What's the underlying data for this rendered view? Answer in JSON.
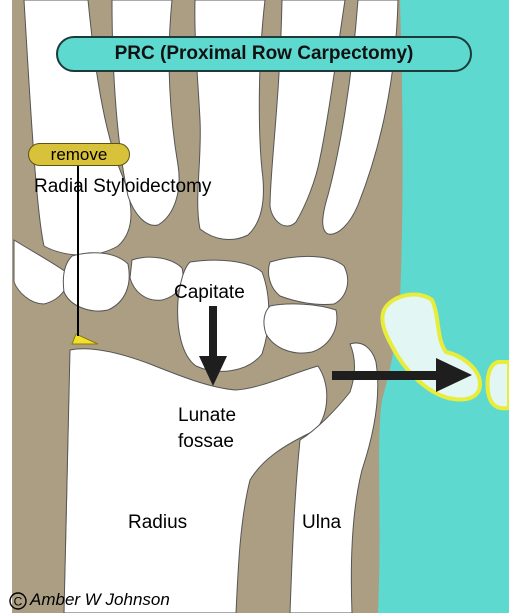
{
  "title": "PRC (Proximal Row Carpectomy)",
  "tag": "remove",
  "labels": {
    "styloidectomy": "Radial Styloidectomy",
    "capitate": "Capitate",
    "lunate_fossae_line1": "Lunate",
    "lunate_fossae_line2": "fossae",
    "radius": "Radius",
    "ulna": "Ulna"
  },
  "copyright": "Amber W Johnson",
  "colors": {
    "background": "#5dd9d0",
    "soft_tissue": "#ac9e82",
    "bone": "#ffffff",
    "removed_bone_fill": "#e2f6f4",
    "removed_bone_outline": "#e8ec3a",
    "styloid_highlight": "#f2e02a",
    "arrow": "#1e1e1e"
  },
  "icons": {
    "down_arrow": "arrow-down-icon",
    "right_arrow": "arrow-right-icon",
    "copyright": "copyright-icon"
  }
}
